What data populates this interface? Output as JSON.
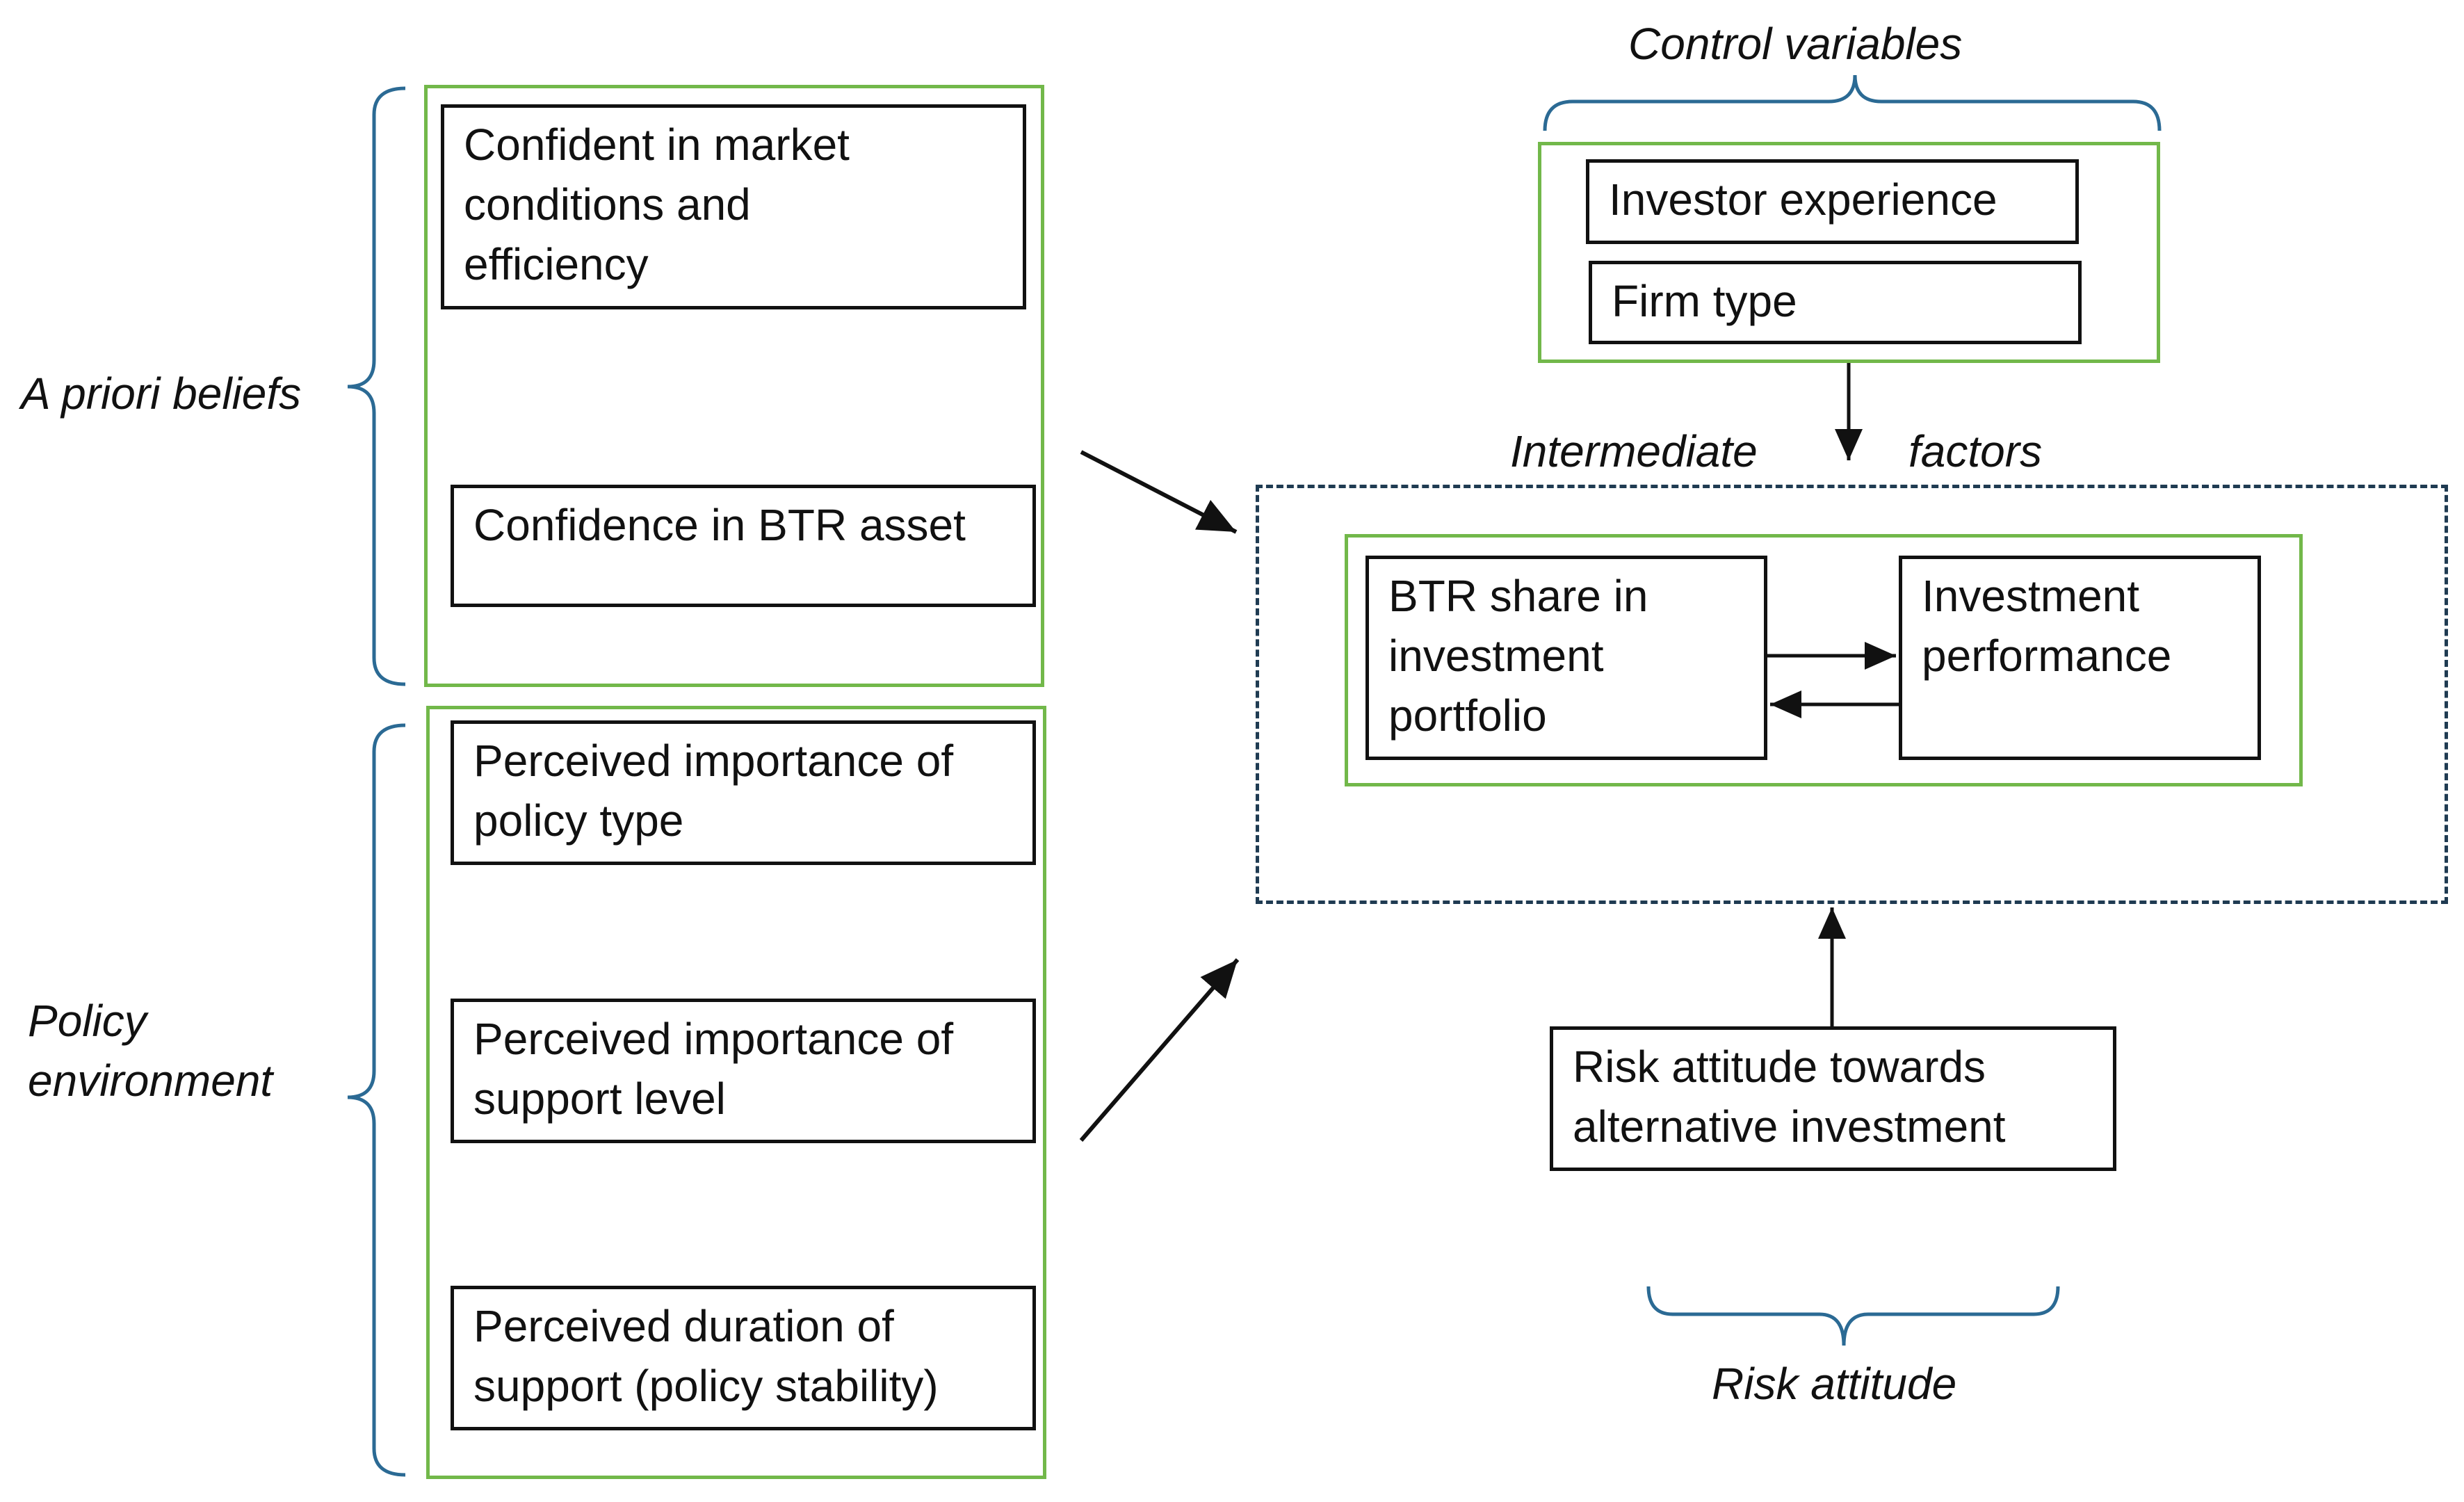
{
  "colors": {
    "box_border": "#111111",
    "group_border": "#72b84a",
    "brace": "#2b6a94",
    "dashed_border": "#1f3b52",
    "arrow": "#111111"
  },
  "labels": {
    "control_variables": "Control variables",
    "a_priori_beliefs": "A priori beliefs",
    "intermediate": "Intermediate",
    "factors": "factors",
    "policy_environment": "Policy\nenvironment",
    "risk_attitude": "Risk attitude"
  },
  "boxes": {
    "market_confidence": "Confident in market\nconditions and\nefficiency",
    "btr_confidence": "Confidence in BTR asset",
    "policy_type": "Perceived importance of\npolicy type",
    "support_level": "Perceived importance of\nsupport level",
    "support_duration": "Perceived duration of\nsupport (policy stability)",
    "investor_experience": "Investor experience",
    "firm_type": "Firm type",
    "btr_share": "BTR share in\ninvestment\nportfolio",
    "investment_performance": "Investment\nperformance",
    "risk_attitude_alt": "Risk attitude towards\nalternative investment"
  }
}
